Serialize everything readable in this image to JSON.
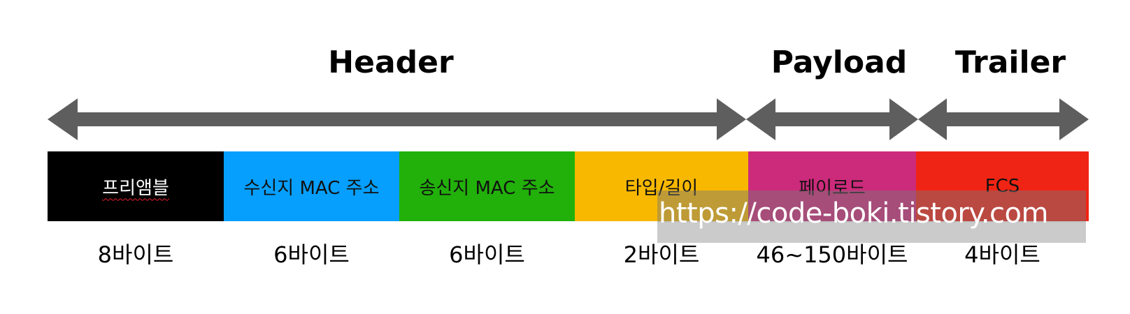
{
  "sections": [
    {
      "label": "Header"
    },
    {
      "label": "Payload"
    },
    {
      "label": "Trailer"
    }
  ],
  "fields": [
    {
      "label": "프리앰블",
      "size": "8바이트",
      "color": "#000000",
      "text_color": "#ffffff"
    },
    {
      "label": "수신지 MAC 주소",
      "size": "6바이트",
      "color": "#069ffd",
      "text_color": "#111111"
    },
    {
      "label": "송신지 MAC 주소",
      "size": "6바이트",
      "color": "#22b00b",
      "text_color": "#111111"
    },
    {
      "label": "타입/길이",
      "size": "2바이트",
      "color": "#f8b800",
      "text_color": "#111111"
    },
    {
      "label": "페이로드",
      "size": "46~150바이트",
      "color": "#cc2a7b",
      "text_color": "#111111"
    },
    {
      "label": "FCS",
      "size": "4바이트",
      "color": "#f02414",
      "text_color": "#111111"
    }
  ],
  "arrow_color": "#5e5e5e",
  "watermark": {
    "text": "https://code-boki.tistory.com"
  }
}
